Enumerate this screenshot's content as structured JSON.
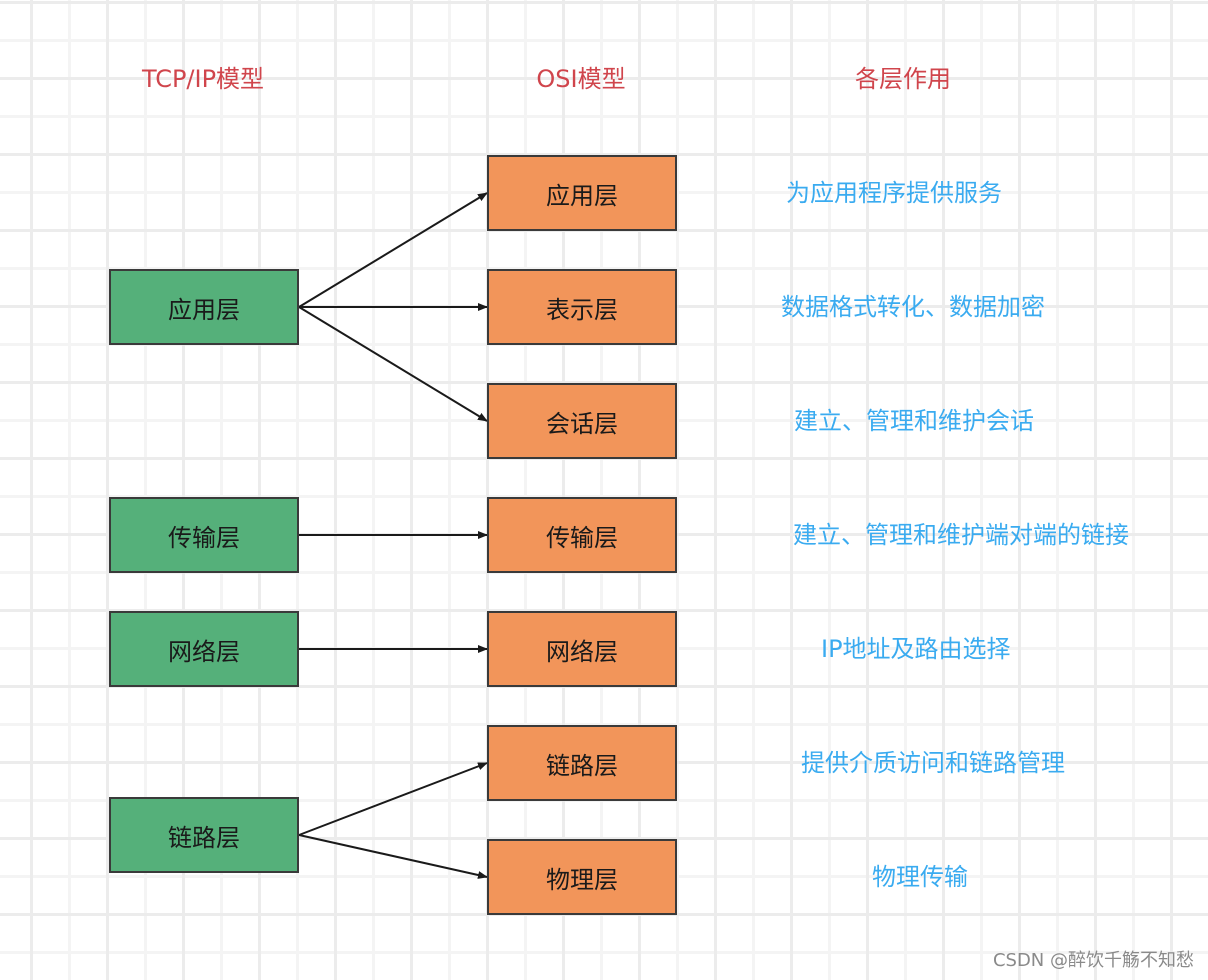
{
  "headers": {
    "tcpip": "TCP/IP模型",
    "osi": "OSI模型",
    "functions": "各层作用"
  },
  "tcpip_layers": [
    {
      "id": "tcp-app",
      "label": "应用层"
    },
    {
      "id": "tcp-transport",
      "label": "传输层"
    },
    {
      "id": "tcp-network",
      "label": "网络层"
    },
    {
      "id": "tcp-link",
      "label": "链路层"
    }
  ],
  "osi_layers": [
    {
      "id": "osi-app",
      "label": "应用层",
      "function": "为应用程序提供服务"
    },
    {
      "id": "osi-presentation",
      "label": "表示层",
      "function": "数据格式转化、数据加密"
    },
    {
      "id": "osi-session",
      "label": "会话层",
      "function": "建立、管理和维护会话"
    },
    {
      "id": "osi-transport",
      "label": "传输层",
      "function": "建立、管理和维护端对端的链接"
    },
    {
      "id": "osi-network",
      "label": "网络层",
      "function": "IP地址及路由选择"
    },
    {
      "id": "osi-datalink",
      "label": "链路层",
      "function": "提供介质访问和链路管理"
    },
    {
      "id": "osi-physical",
      "label": "物理层",
      "function": "物理传输"
    }
  ],
  "mappings": [
    {
      "from": "tcp-app",
      "to": "osi-app"
    },
    {
      "from": "tcp-app",
      "to": "osi-presentation"
    },
    {
      "from": "tcp-app",
      "to": "osi-session"
    },
    {
      "from": "tcp-transport",
      "to": "osi-transport"
    },
    {
      "from": "tcp-network",
      "to": "osi-network"
    },
    {
      "from": "tcp-link",
      "to": "osi-datalink"
    },
    {
      "from": "tcp-link",
      "to": "osi-physical"
    }
  ],
  "colors": {
    "tcpip_box": "#55b07a",
    "osi_box": "#f2955a",
    "header_text": "#d0454c",
    "function_text": "#3aabf0",
    "border": "#3a3a3a"
  },
  "watermark": "CSDN @醉饮千觞不知愁"
}
